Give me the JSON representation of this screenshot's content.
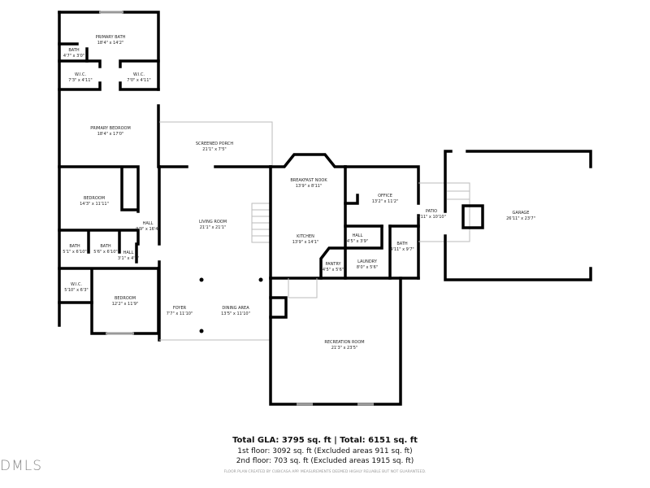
{
  "rooms": [
    {
      "name": "PRIMARY BATH",
      "dims": "18'4\" x 14'2\""
    },
    {
      "name": "BATH",
      "dims": "4'7\" x 3'0\""
    },
    {
      "name": "W.I.C.",
      "dims": "7'3\" x 4'11\""
    },
    {
      "name": "W.I.C.",
      "dims": "7'0\" x 4'11\""
    },
    {
      "name": "PRIMARY BEDROOM",
      "dims": "18'4\" x 17'0\""
    },
    {
      "name": "SCREENED PORCH",
      "dims": "21'1\" x 7'5\""
    },
    {
      "name": "BEDROOM",
      "dims": "14'3\" x 11'11\""
    },
    {
      "name": "HALL",
      "dims": "9'9\" x 16'4\""
    },
    {
      "name": "BATH",
      "dims": "5'1\" x 6'10\""
    },
    {
      "name": "BATH",
      "dims": "5'6\" x 6'10\""
    },
    {
      "name": "HALL",
      "dims": "3'1\" x 4'7\""
    },
    {
      "name": "W.I.C.",
      "dims": "5'10\" x 6'3\""
    },
    {
      "name": "BEDROOM",
      "dims": "12'2\" x 11'9\""
    },
    {
      "name": "LIVING ROOM",
      "dims": "21'1\" x 21'1\""
    },
    {
      "name": "FOYER",
      "dims": "7'7\" x 11'10\""
    },
    {
      "name": "DINING AREA",
      "dims": "13'5\" x 11'10\""
    },
    {
      "name": "BREAKFAST NOOK",
      "dims": "13'9\" x 8'11\""
    },
    {
      "name": "KITCHEN",
      "dims": "13'9\" x 14'1\""
    },
    {
      "name": "OFFICE",
      "dims": "13'2\" x 11'2\""
    },
    {
      "name": "HALL",
      "dims": "4'5\" x 3'9\""
    },
    {
      "name": "PANTRY",
      "dims": "4'5\" x 5'6\""
    },
    {
      "name": "LAUNDRY",
      "dims": "8'0\" x 5'6\""
    },
    {
      "name": "BATH",
      "dims": "4'11\" x 9'7\""
    },
    {
      "name": "PATIO",
      "dims": "4'11\" x 10'10\""
    },
    {
      "name": "GARAGE",
      "dims": "26'11\" x 23'7\""
    },
    {
      "name": "RECREATION ROOM",
      "dims": "21'3\" x 23'5\""
    }
  ],
  "summary": {
    "total": "Total GLA: 3795 sq. ft | Total: 6151 sq. ft",
    "first_floor": "1st floor: 3092 sq. ft (Excluded areas 911 sq. ft)",
    "second_floor": "2nd floor: 703 sq. ft (Excluded areas 1915 sq. ft)",
    "disclaimer": "FLOOR PLAN CREATED BY CUBICASA APP. MEASUREMENTS DEEMED HIGHLY RELIABLE BUT NOT GUARANTEED."
  },
  "logo": "DMLS"
}
